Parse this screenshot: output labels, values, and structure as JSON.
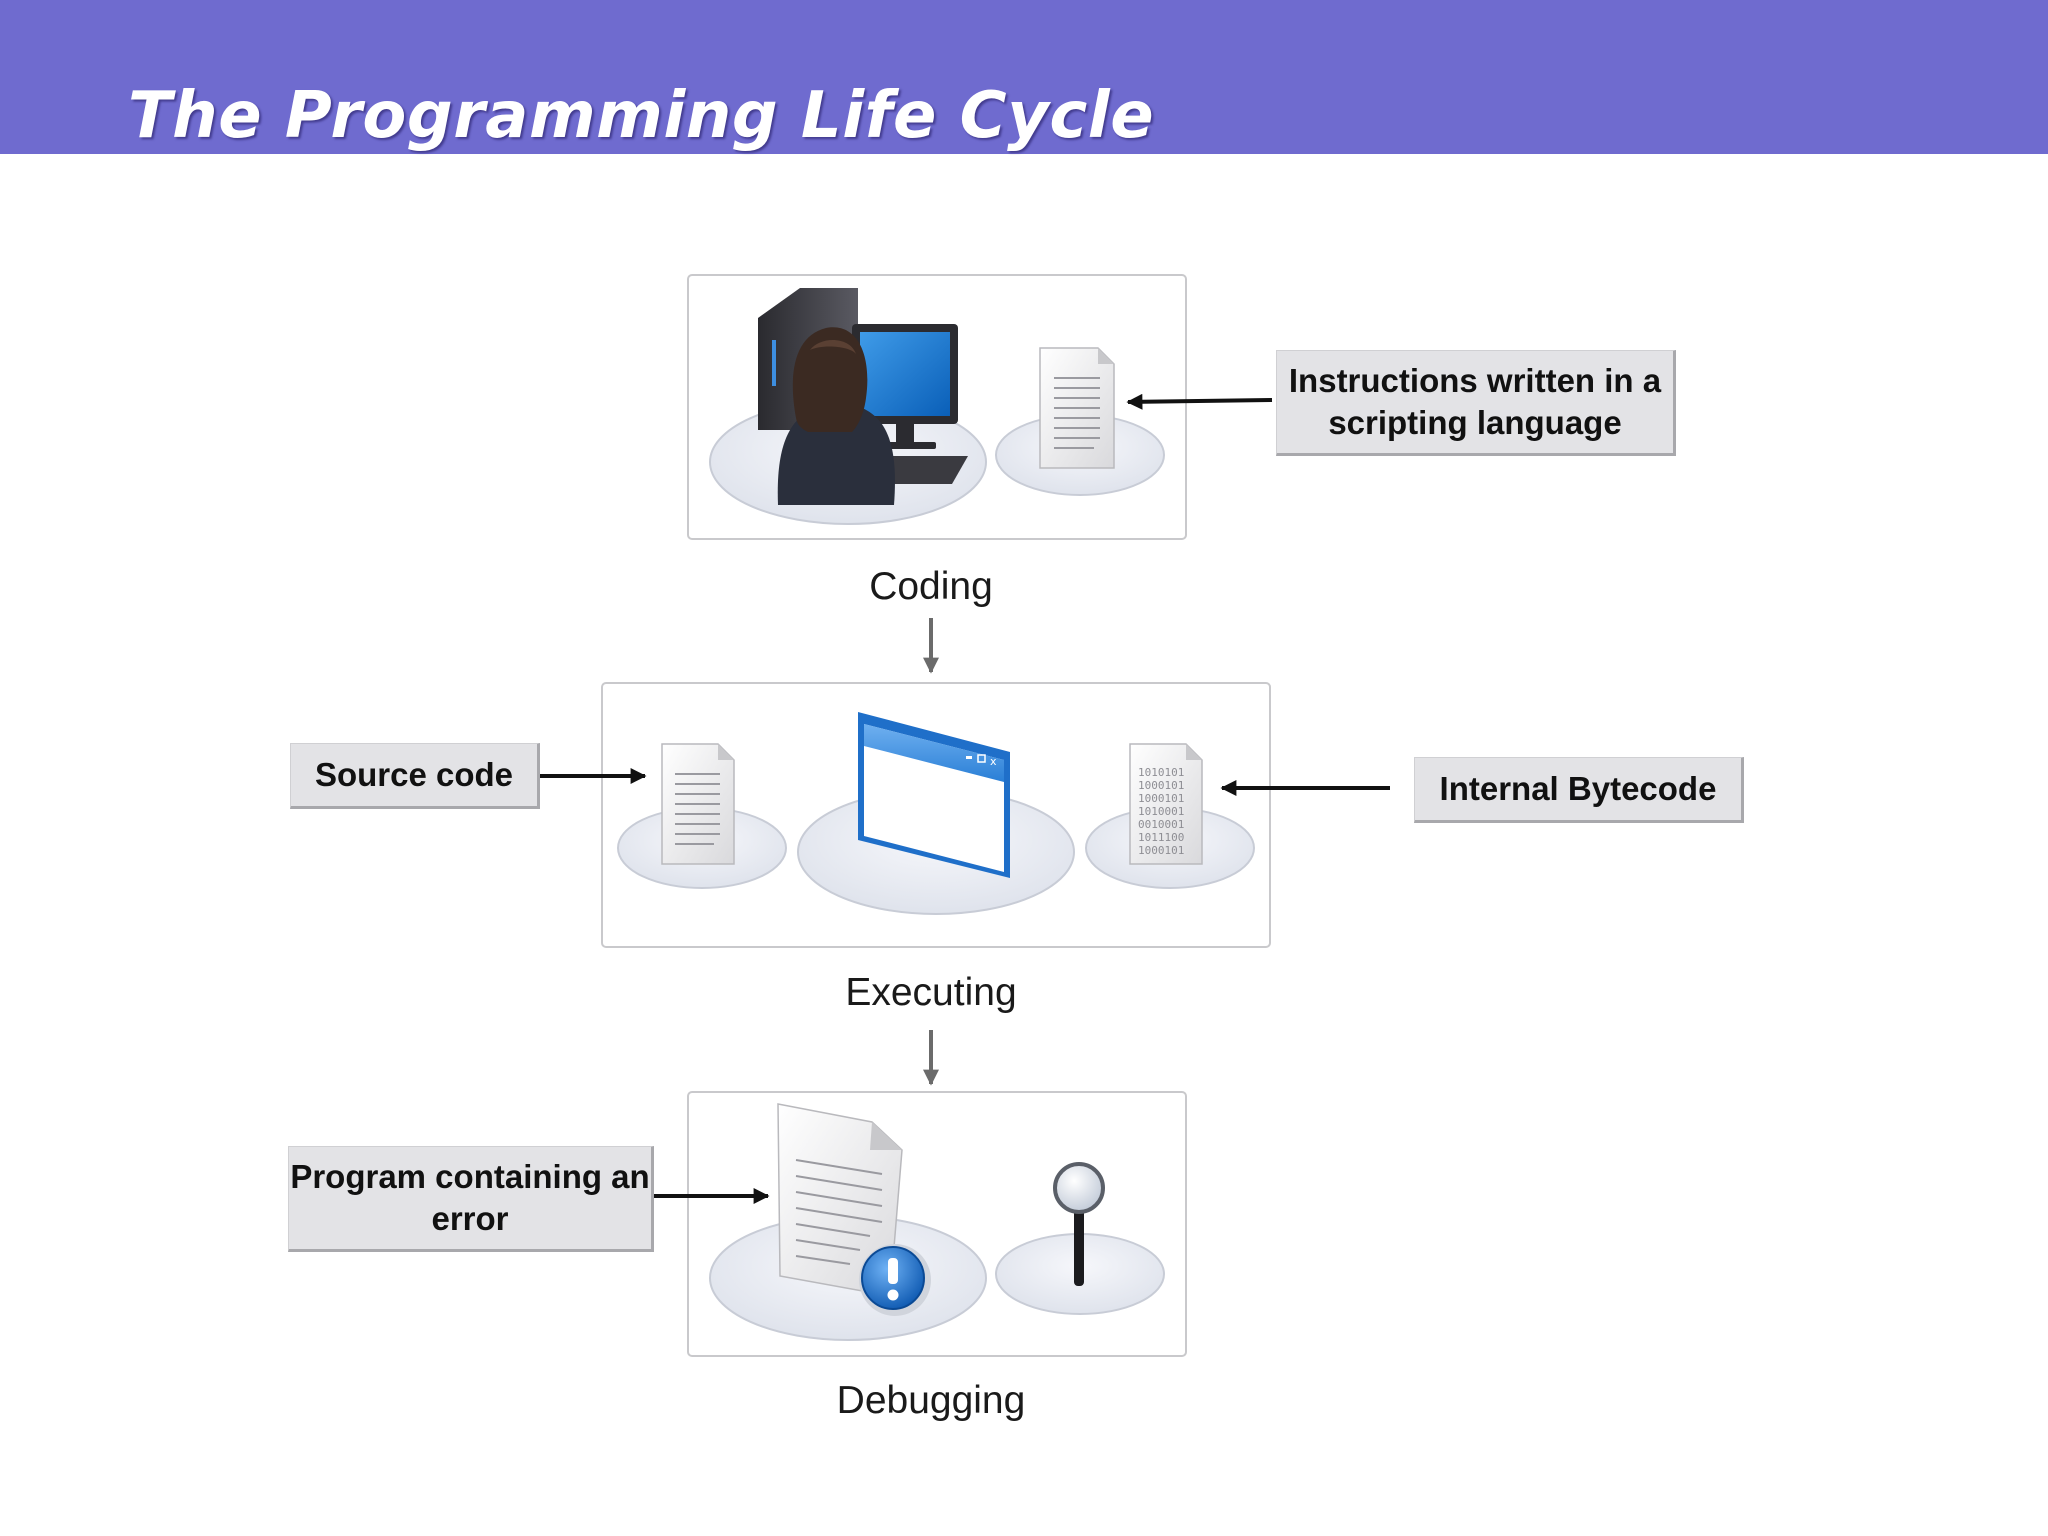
{
  "header": {
    "title": "The Programming Life Cycle",
    "background": "#6f6bcf"
  },
  "stages": [
    {
      "label": "Coding"
    },
    {
      "label": "Executing"
    },
    {
      "label": "Debugging"
    }
  ],
  "callouts": {
    "instructions": "Instructions written in a scripting language",
    "source_code": "Source code",
    "bytecode": "Internal Bytecode",
    "program_error": "Program containing an error"
  },
  "icons": {
    "coding": [
      "programmer-at-computer-icon",
      "script-document-icon"
    ],
    "executing": [
      "source-document-icon",
      "application-window-icon",
      "bytecode-document-icon"
    ],
    "debugging": [
      "error-document-icon",
      "magnifying-glass-icon"
    ]
  },
  "bytecode_lines": [
    "1010101",
    "1000101",
    "1000101",
    "1010001",
    "0010001",
    "1011100",
    "1000101"
  ]
}
